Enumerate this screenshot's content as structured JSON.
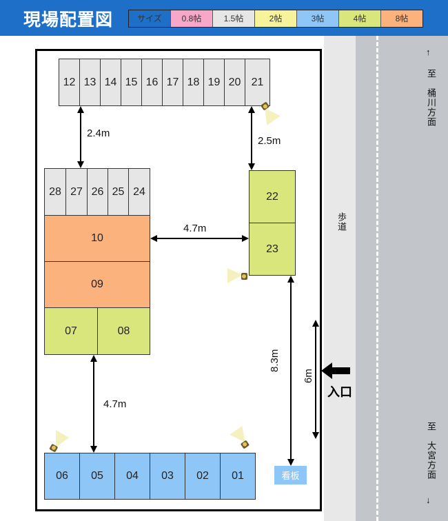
{
  "header": {
    "title": "現場配置図",
    "legend": [
      {
        "label": "サイズ",
        "color": "#ffffff"
      },
      {
        "label": "0.8帖",
        "color": "#f7a8c8"
      },
      {
        "label": "1.5帖",
        "color": "#e6e6e6"
      },
      {
        "label": "2帖",
        "color": "#f6f39a"
      },
      {
        "label": "3帖",
        "color": "#8ec6f7"
      },
      {
        "label": "4帖",
        "color": "#d9e67b"
      },
      {
        "label": "8帖",
        "color": "#fbb27c"
      }
    ]
  },
  "units": {
    "top_row": [
      "12",
      "13",
      "14",
      "15",
      "16",
      "17",
      "18",
      "19",
      "20",
      "21"
    ],
    "left_row": [
      "28",
      "27",
      "26",
      "25",
      "24"
    ],
    "orange": [
      "10",
      "09"
    ],
    "green_pair": [
      "07",
      "08"
    ],
    "right_column": [
      "22",
      "23"
    ],
    "bottom_row": [
      "06",
      "05",
      "04",
      "03",
      "02",
      "01"
    ]
  },
  "dimensions": {
    "top_left_gap": "2.4m",
    "top_right_gap": "2.5m",
    "middle_gap": "4.7m",
    "lower_gap": "4.7m",
    "sign_distance": "8.3m",
    "entrance_width": "6m"
  },
  "labels": {
    "sign": "看板",
    "entrance": "入口",
    "sidewalk": "歩道",
    "to_north": "至　桶川方面",
    "to_south": "至　大宮方面",
    "arrow_up": "↑",
    "arrow_down": "↓"
  }
}
